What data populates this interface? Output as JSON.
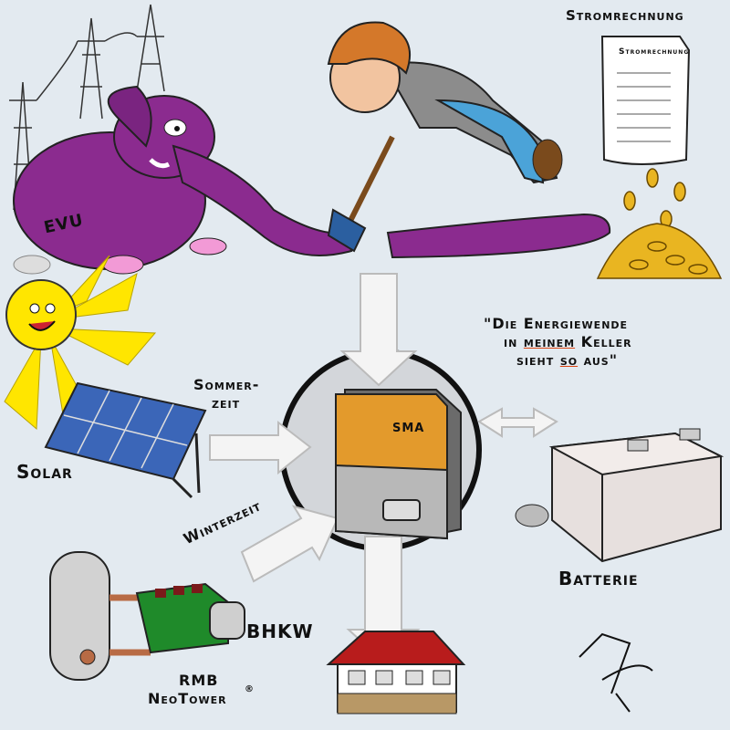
{
  "labels": {
    "stromrechnung_title": "Stromrechnung",
    "stromrechnung_paper": "Stromrechnung",
    "evu": "EVU",
    "sma": "SMA",
    "sommer_1": "Sommer-",
    "sommer_2": "zeit",
    "winterzeit": "Winterzeit",
    "solar": "Solar",
    "batterie": "Batterie",
    "bhkw": "BHKW",
    "neotower_1": "RMB",
    "neotower_2": "NeoTower",
    "registered": "®"
  },
  "quote": {
    "line1": "\"Die Energiewende",
    "line2_a": "in ",
    "line2_b": "meinem",
    "line2_c": " Keller",
    "line3_a": "sieht ",
    "line3_b": "so",
    "line3_c": " aus\""
  },
  "colors": {
    "background": "#e3eaf0",
    "elephant": "#8b2b8f",
    "inverter": "#e39a2c",
    "arrow": "#f4f4f4",
    "sun": "#ffe600",
    "bhkw": "#1f8a2a"
  }
}
